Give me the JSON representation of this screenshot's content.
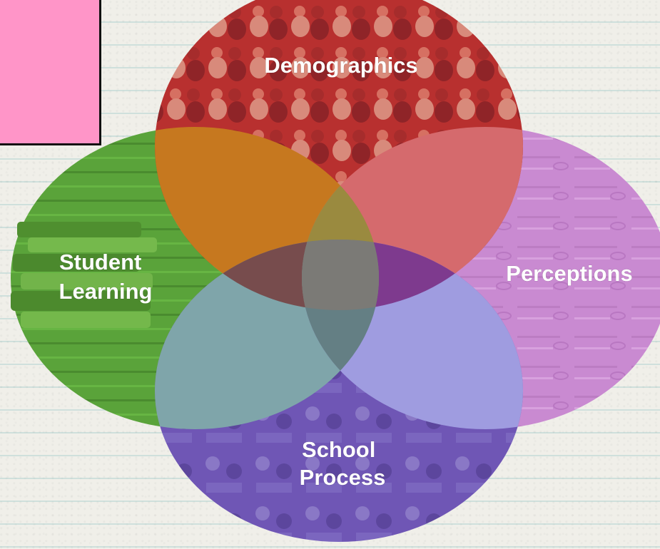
{
  "diagram": {
    "circles": [
      {
        "id": "demographics",
        "lines": [
          "Demographics"
        ],
        "color": "#b9302f"
      },
      {
        "id": "student-learning",
        "lines": [
          "Student",
          "Learning"
        ],
        "color": "#5aa231"
      },
      {
        "id": "perceptions",
        "lines": [
          "Perceptions"
        ],
        "color": "#c98ad1"
      },
      {
        "id": "school-process",
        "lines": [
          "School",
          "Process"
        ],
        "color": "#6f56b5"
      }
    ],
    "center_color": "#7b7a76",
    "note_color": "#ff95c8"
  }
}
